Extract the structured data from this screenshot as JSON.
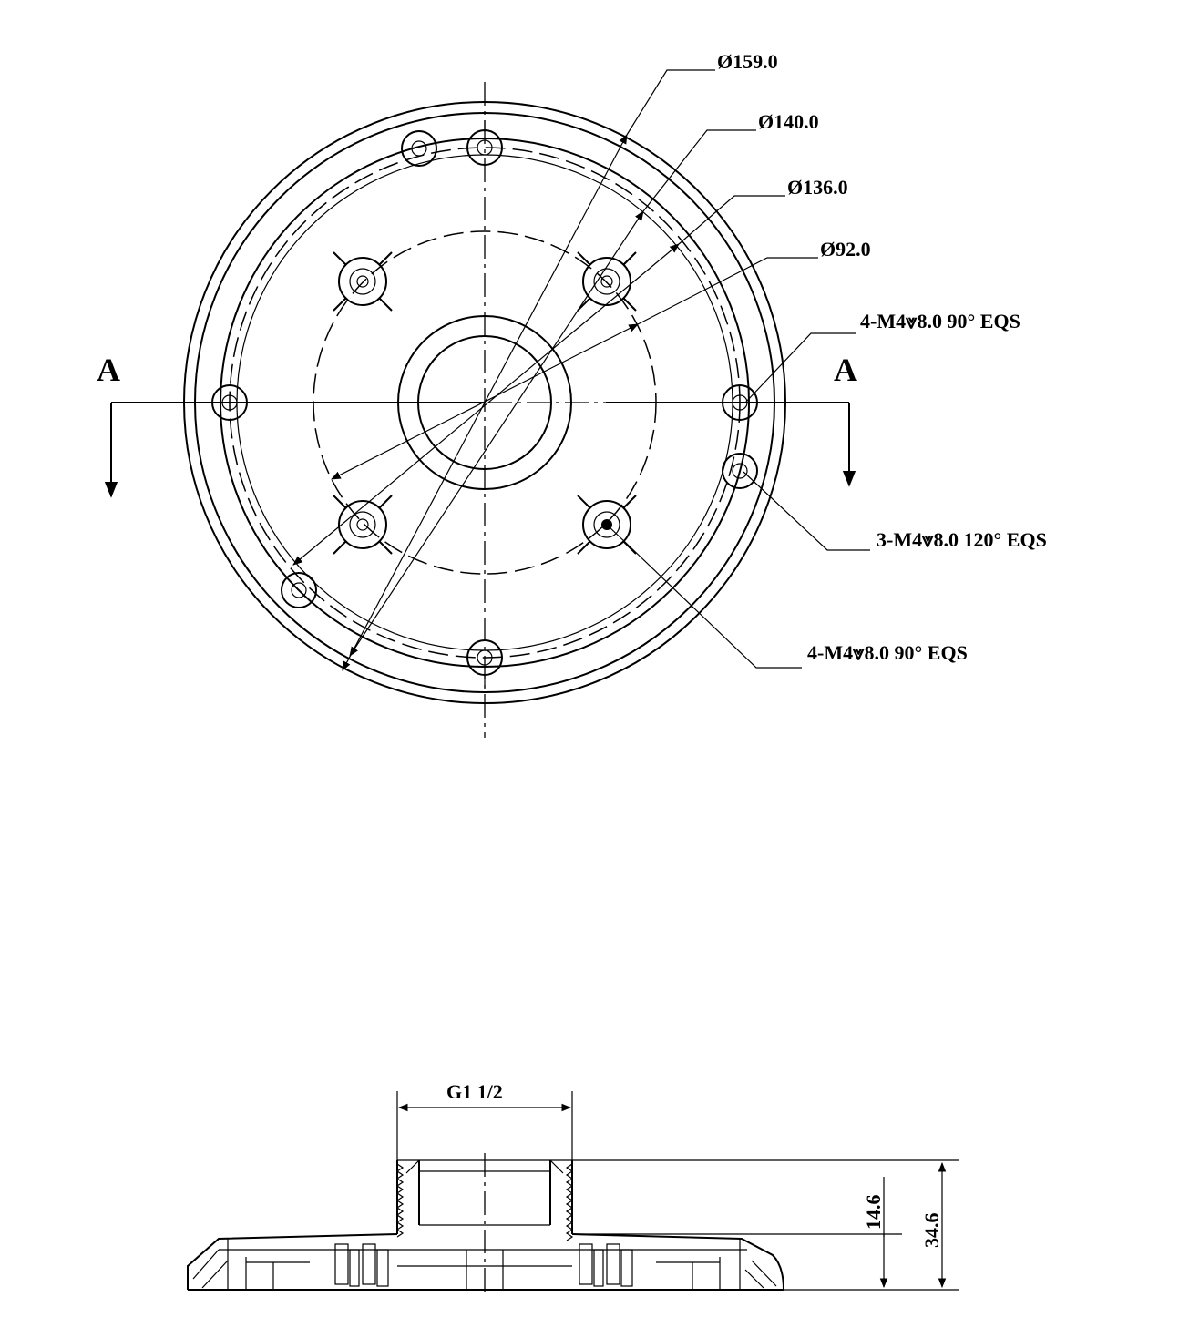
{
  "top_view": {
    "dimensions": {
      "d159": "Ø159.0",
      "d140": "Ø140.0",
      "d136": "Ø136.0",
      "d92": "Ø92.0"
    },
    "callouts": {
      "holes_4_upper": "4-M4⩔8.0 90° EQS",
      "holes_3": "3-M4⩔8.0 120° EQS",
      "holes_4_lower": "4-M4⩔8.0 90° EQS"
    },
    "section_marker": "A"
  },
  "section_view": {
    "thread_label": "G1 1/2",
    "height_small": "14.6",
    "height_total": "34.6"
  }
}
